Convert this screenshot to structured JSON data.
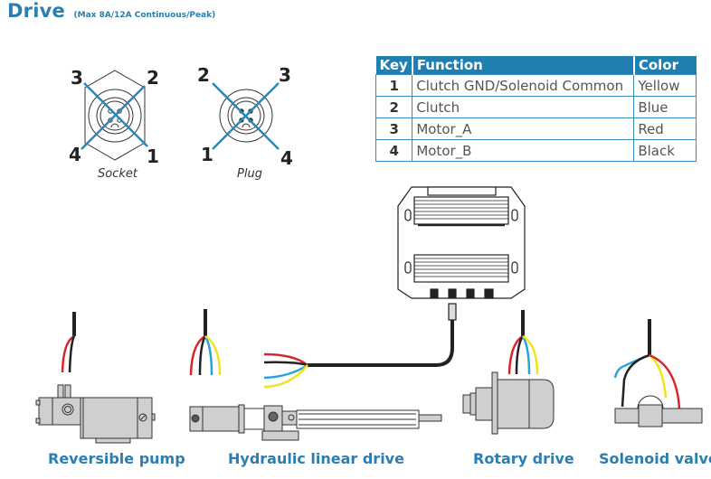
{
  "header": {
    "title": "Drive",
    "subtitle": "(Max 8A/12A Continuous/Peak)"
  },
  "connectors": {
    "socket": {
      "caption": "Socket",
      "pins": {
        "tl": "3",
        "tr": "2",
        "bl": "4",
        "br": "1"
      }
    },
    "plug": {
      "caption": "Plug",
      "pins": {
        "tl": "2",
        "tr": "3",
        "bl": "1",
        "br": "4"
      }
    }
  },
  "key_table": {
    "headers": [
      "Key",
      "Function",
      "Color"
    ],
    "rows": [
      {
        "key": "1",
        "function": "Clutch GND/Solenoid Common",
        "color": "Yellow"
      },
      {
        "key": "2",
        "function": "Clutch",
        "color": "Blue"
      },
      {
        "key": "3",
        "function": "Motor_A",
        "color": "Red"
      },
      {
        "key": "4",
        "function": "Motor_B",
        "color": "Black"
      }
    ]
  },
  "wire_colors": {
    "red": "#d9252a",
    "black": "#222222",
    "blue": "#29a3dc",
    "yellow": "#f2e21a"
  },
  "accent_color": "#2c7db0",
  "devices": [
    {
      "id": "reversible-pump",
      "label": "Reversible pump"
    },
    {
      "id": "hydraulic-linear-drive",
      "label": "Hydraulic linear drive"
    },
    {
      "id": "rotary-drive",
      "label": "Rotary drive"
    },
    {
      "id": "solenoid-valve",
      "label": "Solenoid valve"
    }
  ]
}
